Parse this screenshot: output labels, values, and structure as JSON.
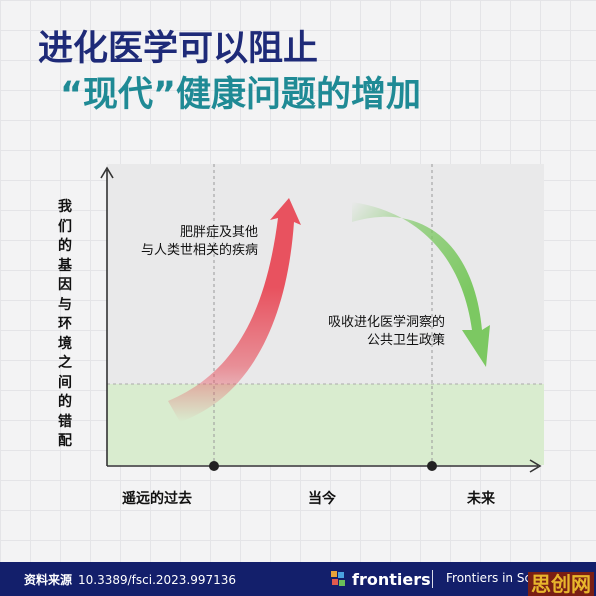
{
  "title": {
    "line1": "进化医学可以阻止",
    "line2": "“现代”健康问题的增加"
  },
  "y_axis_label": "我们的基因与环境之间的错配",
  "annotations": {
    "rising": [
      "肥胖症及其他",
      "与人类世相关的疾病"
    ],
    "falling": [
      "吸收进化医学洞察的",
      "公共卫生政策"
    ]
  },
  "x_axis": [
    "遥远的过去",
    "当今",
    "未来"
  ],
  "colors": {
    "title_dark": "#1e2a78",
    "title_teal": "#1f8a95",
    "rise_arrow": "#e8525f",
    "fall_arrow": "#7cc862",
    "baseline_band": "#d9eccf",
    "footer": "#131f6b"
  },
  "footer": {
    "source_label": "资料来源",
    "source_doi": "10.3389/fsci.2023.997136",
    "brand": "frontiers",
    "journal": "Frontiers in Sc"
  },
  "watermark": "思创网"
}
